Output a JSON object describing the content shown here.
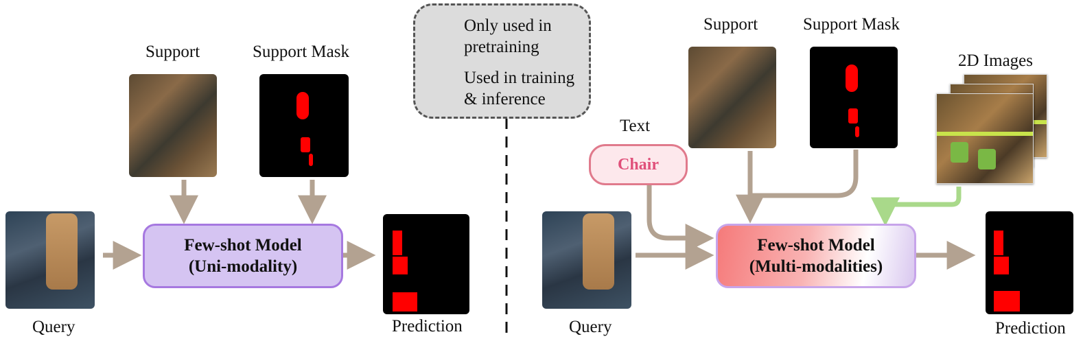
{
  "colors": {
    "pretrain_arrow": "#a9d98a",
    "train_arrow": "#b3a291",
    "uni_model_fill": "#d5c4f2",
    "uni_model_border": "#a678e0",
    "multi_model_red": "#f57a7a",
    "text_pill_border": "#e07a8c",
    "text_pill_fill": "#fde8ec",
    "text_pill_color": "#e0507a",
    "mask_red": "#ff0000",
    "legend_bg": "#dcdcdc"
  },
  "legend": {
    "pretrain": {
      "line1": "Only used in",
      "line2": "pretraining"
    },
    "train": {
      "line1": "Used in training",
      "line2": "& inference"
    }
  },
  "left": {
    "support_label": "Support",
    "support_mask_label": "Support Mask",
    "query_label": "Query",
    "prediction_label": "Prediction",
    "model": {
      "line1": "Few-shot Model",
      "line2": "(Uni-modality)"
    }
  },
  "right": {
    "support_label": "Support",
    "support_mask_label": "Support Mask",
    "images_label": "2D Images",
    "text_label": "Text",
    "text_value": "Chair",
    "query_label": "Query",
    "prediction_label": "Prediction",
    "model": {
      "line1": "Few-shot Model",
      "line2": "(Multi-modalities)"
    }
  }
}
